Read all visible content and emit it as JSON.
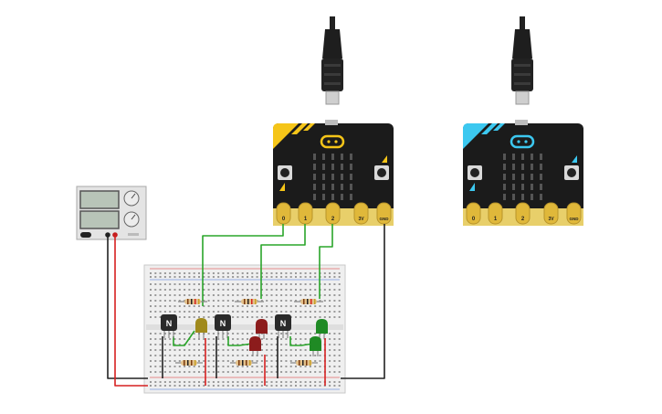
{
  "components": {
    "microbit_1": {
      "pins": [
        {
          "label": "0"
        },
        {
          "label": "1"
        },
        {
          "label": "2"
        },
        {
          "label": "3V"
        },
        {
          "label": "GND"
        }
      ],
      "accent_color": "#f5c518"
    },
    "microbit_2": {
      "pins": [
        {
          "label": "0"
        },
        {
          "label": "1"
        },
        {
          "label": "2"
        },
        {
          "label": "3V"
        },
        {
          "label": "GND"
        }
      ],
      "accent_color": "#3cc8f0"
    },
    "power_supply": {
      "icon": "power-supply-icon"
    },
    "transistors": [
      {
        "label": "N"
      },
      {
        "label": "N"
      },
      {
        "label": "N"
      }
    ],
    "leds": [
      {
        "color": "#a08a1c"
      },
      {
        "color": "#8c1c1c"
      },
      {
        "color": "#8c1c1c"
      },
      {
        "color": "#1f8a24"
      },
      {
        "color": "#1f8a24"
      }
    ]
  },
  "colors": {
    "wire_green": "#2aa52a",
    "wire_red": "#d62020",
    "wire_black": "#222222",
    "board_black": "#1b1b1b",
    "gold": "#e0b83a",
    "breadboard": "#efefef"
  }
}
